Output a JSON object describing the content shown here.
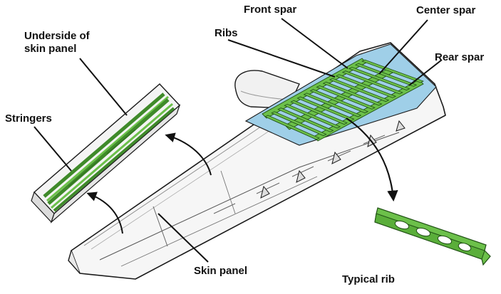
{
  "labels": {
    "front_spar": "Front spar",
    "center_spar": "Center spar",
    "ribs": "Ribs",
    "rear_spar": "Rear spar",
    "underside_line1": "Underside of",
    "underside_line2": "skin panel",
    "stringers": "Stringers",
    "skin_panel": "Skin panel",
    "typical_rib": "Typical rib"
  },
  "colors": {
    "structure_green": "#6cc04a",
    "structure_green_dark": "#3f8a2a",
    "fuel_area_blue": "#9fcfe8",
    "skin_white": "#f6f6f6",
    "outline": "#1a1a1a"
  },
  "icons": {
    "arrow_skin_to_panel": "curved-arrow-icon",
    "arrow_ribs_to_rib": "curved-arrow-icon"
  }
}
